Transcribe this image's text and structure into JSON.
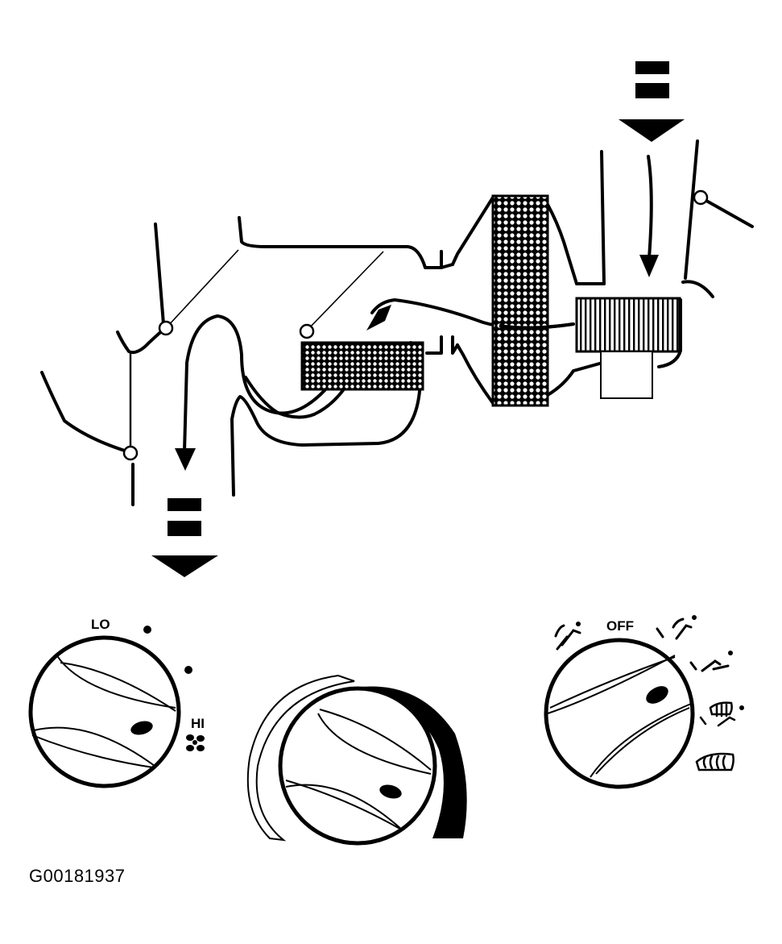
{
  "blower_knob": {
    "lo_label": "LO",
    "hi_label": "HI",
    "icon": "fan-icon"
  },
  "mode_knob": {
    "off_label": "OFF",
    "icons": [
      "vent-icon",
      "bi-level-icon",
      "floor-icon",
      "floor-defrost-icon",
      "defrost-icon"
    ]
  },
  "figure_id": "G00181937",
  "colors": {
    "ink": "#000000",
    "paper": "#ffffff"
  }
}
